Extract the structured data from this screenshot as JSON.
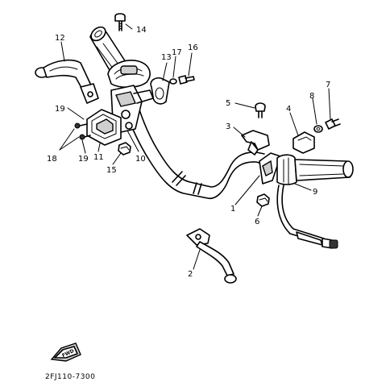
{
  "callouts": {
    "c1": "1",
    "c2": "2",
    "c3": "3",
    "c4": "4",
    "c5": "5",
    "c6": "6",
    "c7": "7",
    "c8": "8",
    "c9": "9",
    "c10": "10",
    "c11": "11",
    "c12": "12",
    "c13": "13",
    "c14": "14",
    "c15": "15",
    "c16": "16",
    "c17": "17",
    "c18": "18",
    "c19a": "19",
    "c19b": "19"
  },
  "footer": {
    "code": "2FJ110-7300",
    "fwd": "FWD"
  }
}
